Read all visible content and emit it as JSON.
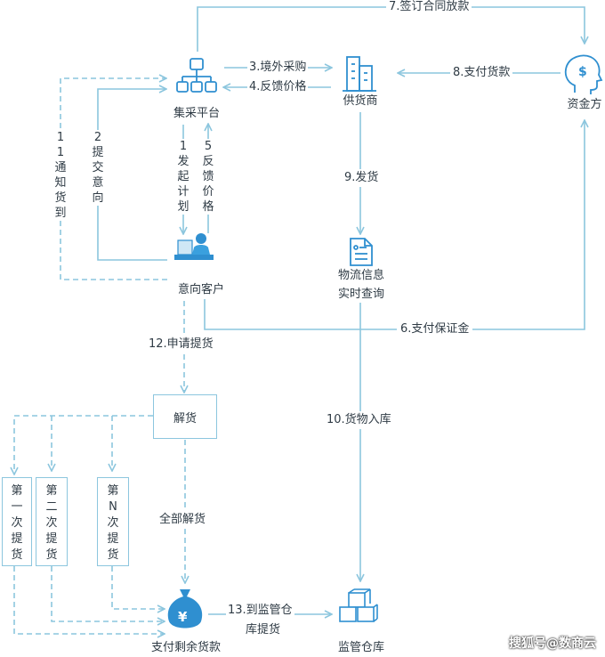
{
  "nodes": {
    "platform": "集采平台",
    "supplier": "供货商",
    "funder": "资金方",
    "customer": "意向客户",
    "logistics_line1": "物流信息",
    "logistics_line2": "实时查询",
    "release": "解货",
    "pay_remaining": "支付剩余货款",
    "warehouse": "监管仓库",
    "first_pickup": "第一次提货",
    "second_pickup": "第二次提货",
    "nth_pickup": "第N次提货"
  },
  "edges": {
    "e7": "7.签订合同放款",
    "e3": "3.境外采购",
    "e4": "4.反馈价格",
    "e8": "8.支付货款",
    "e11": "11通知货到",
    "e2": "2提交意向",
    "e1": "1发起计划",
    "e5": "5反馈价格",
    "e9": "9.发货",
    "e6": "6.支付保证金",
    "e12": "12.申请提货",
    "e10": "10.货物入库",
    "all_release": "全部解货",
    "e13_line1": "13.到监管仓",
    "e13_line2": "库提货"
  },
  "watermark": "搜狐号@数商云",
  "colors": {
    "line": "#8cc6de",
    "icon": "#2f8fd0",
    "text": "#2f3b45"
  }
}
